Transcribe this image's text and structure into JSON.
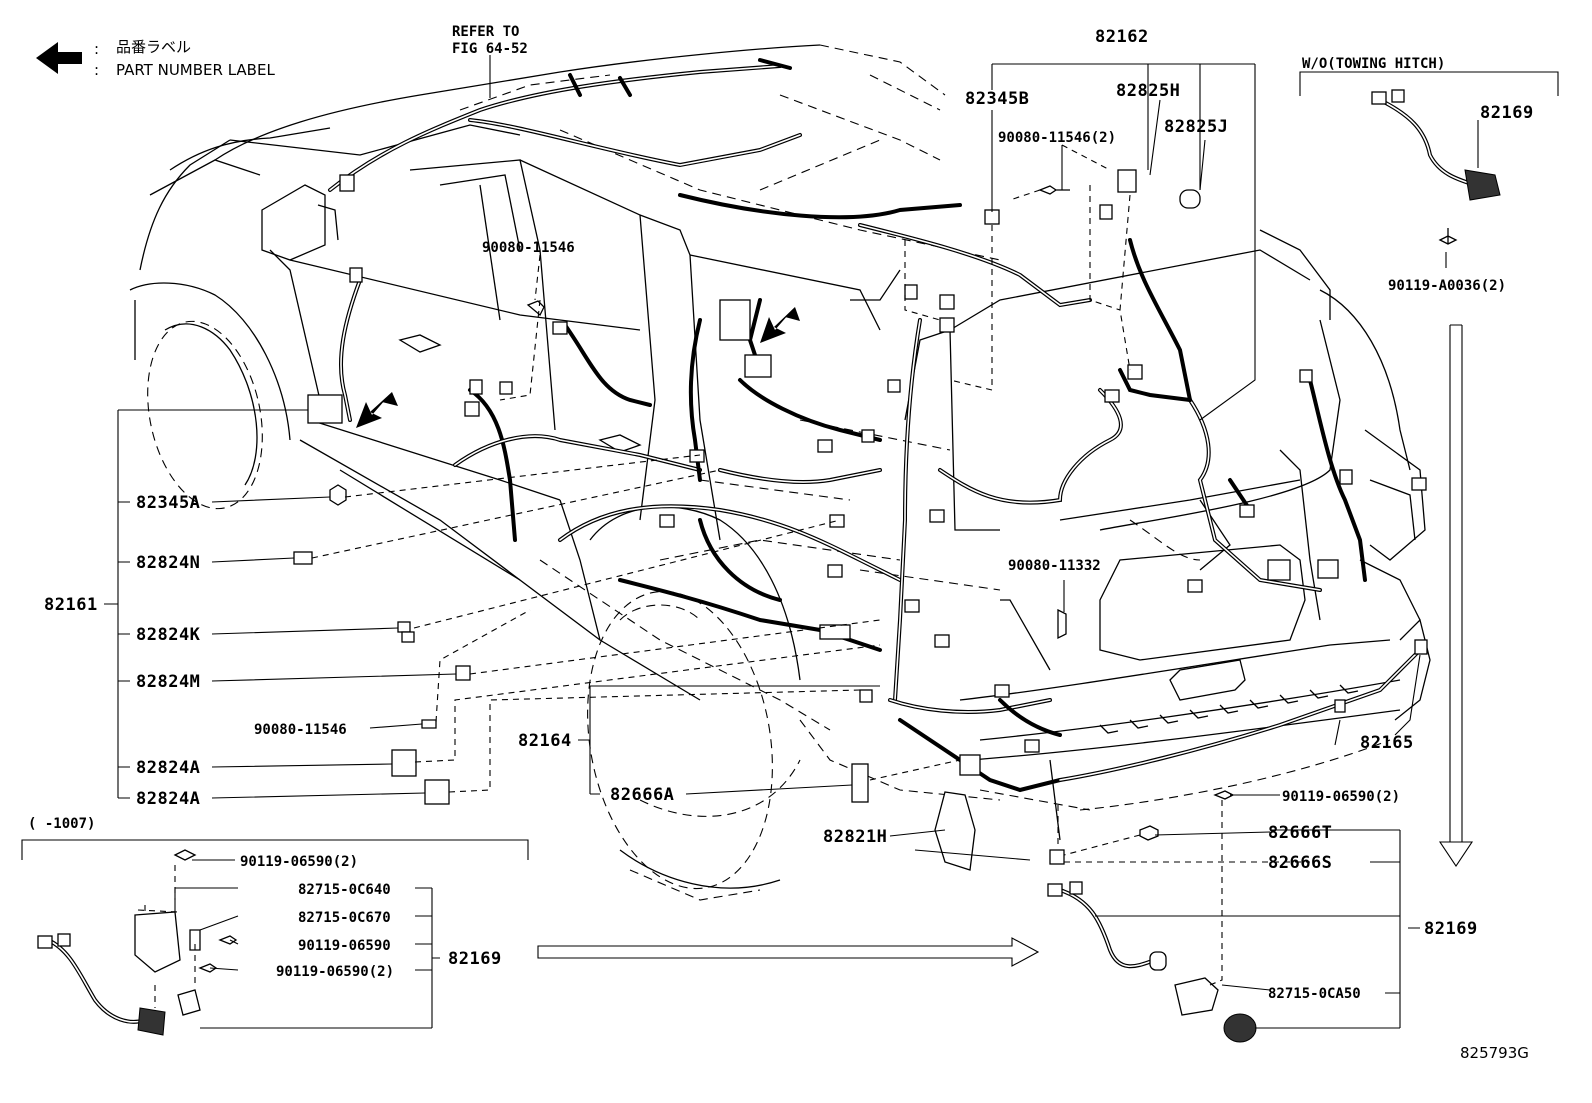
{
  "legend": {
    "jp": "品番ラベル",
    "en": "PART NUMBER LABEL"
  },
  "refer": {
    "line1": "REFER TO",
    "line2": "FIG 64-52"
  },
  "variant_top_right": "W/O(TOWING HITCH)",
  "variant_bottom_left": "(      -1007)",
  "figure_id": "825793G",
  "labels": {
    "p82162": "82162",
    "p82345B": "82345B",
    "p82825H": "82825H",
    "p82825J": "82825J",
    "p90080_11546_2": "90080-11546(2)",
    "p90080_11546_top": "90080-11546",
    "p82169_tr": "82169",
    "p90119_A0036": "90119-A0036(2)",
    "p82345A": "82345A",
    "p82824N": "82824N",
    "p82161": "82161",
    "p82824K": "82824K",
    "p82824M": "82824M",
    "p90080_11546_left": "90080-11546",
    "p82824A_1": "82824A",
    "p82824A_2": "82824A",
    "p82164": "82164",
    "p82666A": "82666A",
    "p82821H": "82821H",
    "p90080_11332": "90080-11332",
    "p82165": "82165",
    "p90119_06590_2_right": "90119-06590(2)",
    "p82666T": "82666T",
    "p82666S": "82666S",
    "p82169_right": "82169",
    "p82715_0CA50": "82715-0CA50",
    "p90119_06590_2_bl": "90119-06590(2)",
    "p82715_0C640": "82715-0C640",
    "p82715_0C670": "82715-0C670",
    "p90119_06590_bl": "90119-06590",
    "p90119_06590_2_bl2": "90119-06590(2)",
    "p82169_bl": "82169"
  },
  "icons": [
    "label-arrow-icon",
    "pointer-arrow-icon",
    "transfer-arrow-icon",
    "down-arrow-icon"
  ]
}
